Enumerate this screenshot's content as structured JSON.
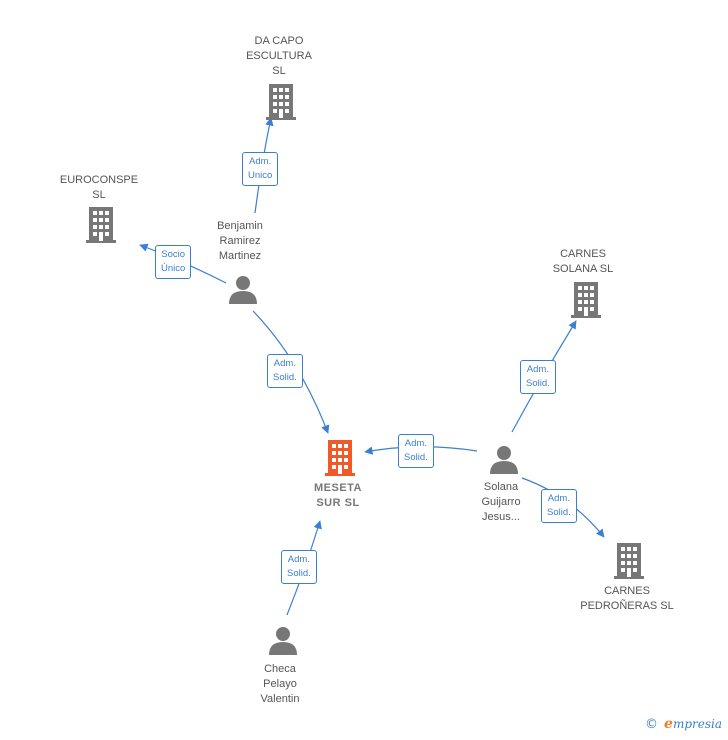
{
  "colors": {
    "company": "#777777",
    "main_company": "#f05a28",
    "person": "#777777",
    "edge": "#3b7fd1"
  },
  "nodes": {
    "da_capo": {
      "label": "DA CAPO\nESCULTURA\nSL",
      "icon": "building-icon"
    },
    "euroconspe": {
      "label": "EUROCONSPE\nSL",
      "icon": "building-icon"
    },
    "carnes_solana": {
      "label": "CARNES\nSOLANA SL",
      "icon": "building-icon"
    },
    "meseta": {
      "label": "MESETA\nSUR  SL",
      "icon": "building-icon"
    },
    "carnes_pedroneras": {
      "label": "CARNES\nPEDROÑERAS SL",
      "icon": "building-icon"
    },
    "benjamin": {
      "label": "Benjamin\nRamirez\nMartinez",
      "icon": "person-icon"
    },
    "solana": {
      "label": "Solana\nGuijarro\nJesus...",
      "icon": "person-icon"
    },
    "checa": {
      "label": "Checa\nPelayo\nValentin",
      "icon": "person-icon"
    }
  },
  "edges": {
    "benjamin_dacapo": "Adm.\nUnico",
    "benjamin_euroconspe": "Socio\nÚnico",
    "benjamin_meseta": "Adm.\nSolid.",
    "solana_meseta": "Adm.\nSolid.",
    "solana_carnes_solana": "Adm.\nSolid.",
    "solana_pedroneras": "Adm.\nSolid.",
    "checa_meseta": "Adm.\nSolid."
  },
  "footer": {
    "copyright": "©",
    "brand_initial": "e",
    "brand_rest": "mpresia"
  }
}
